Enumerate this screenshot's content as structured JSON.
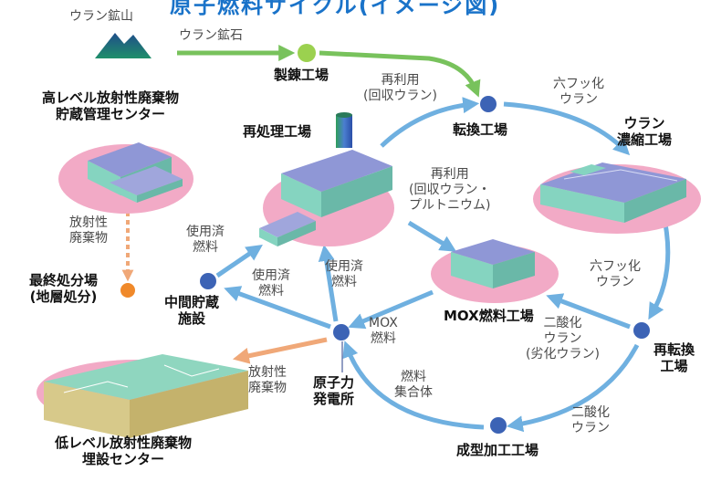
{
  "title": "原子燃料サイクル(イメージ図)",
  "colors": {
    "title": "#1a73c9",
    "arrow_blue": "#6fb0e0",
    "arrow_green": "#78c25c",
    "arrow_orange": "#f0a878",
    "node_blue": "#3c63b5",
    "node_green": "#9bd14f",
    "node_orange": "#f0892a",
    "platform_pink": "#f2aac6",
    "building_teal": "#85d4c0",
    "roof_lavender": "#8f97d6"
  },
  "facilities": {
    "mine": "ウラン鉱山",
    "refining": "製錬工場",
    "conversion": "転換工場",
    "enrichment": "ウラン\n濃縮工場",
    "reconversion": "再転換\n工場",
    "fabrication": "成型加工工場",
    "power_plant": "原子力\n発電所",
    "interim_storage": "中間貯蔵\n施設",
    "reprocessing": "再処理工場",
    "mox_plant": "MOX燃料工場",
    "hlw_center": "高レベル放射性廃棄物\n貯蔵管理センター",
    "final_disposal": "最終処分場\n(地層処分)",
    "llw_center": "低レベル放射性廃棄物\n埋設センター"
  },
  "flows": {
    "ore": "ウラン鉱石",
    "reuse_uranium": "再利用\n(回収ウラン)",
    "uf6_to_enrichment": "六フッ化\nウラン",
    "uf6_to_reconversion": "六フッ化\nウラン",
    "uo2_depleted": "二酸化\nウラン\n(劣化ウラン)",
    "uo2_to_fabrication": "二酸化\nウラン",
    "fuel_assembly": "燃料\n集合体",
    "mox_fuel": "MOX\n燃料",
    "spent_fuel_to_storage": "使用済\n燃料",
    "spent_fuel_to_reprocessing": "使用済\n燃料",
    "spent_fuel_from_storage": "使用済\n燃料",
    "reuse_u_pu": "再利用\n(回収ウラン・\nプルトニウム)",
    "hlw_waste": "放射性\n廃棄物",
    "llw_waste": "放射性\n廃棄物"
  }
}
